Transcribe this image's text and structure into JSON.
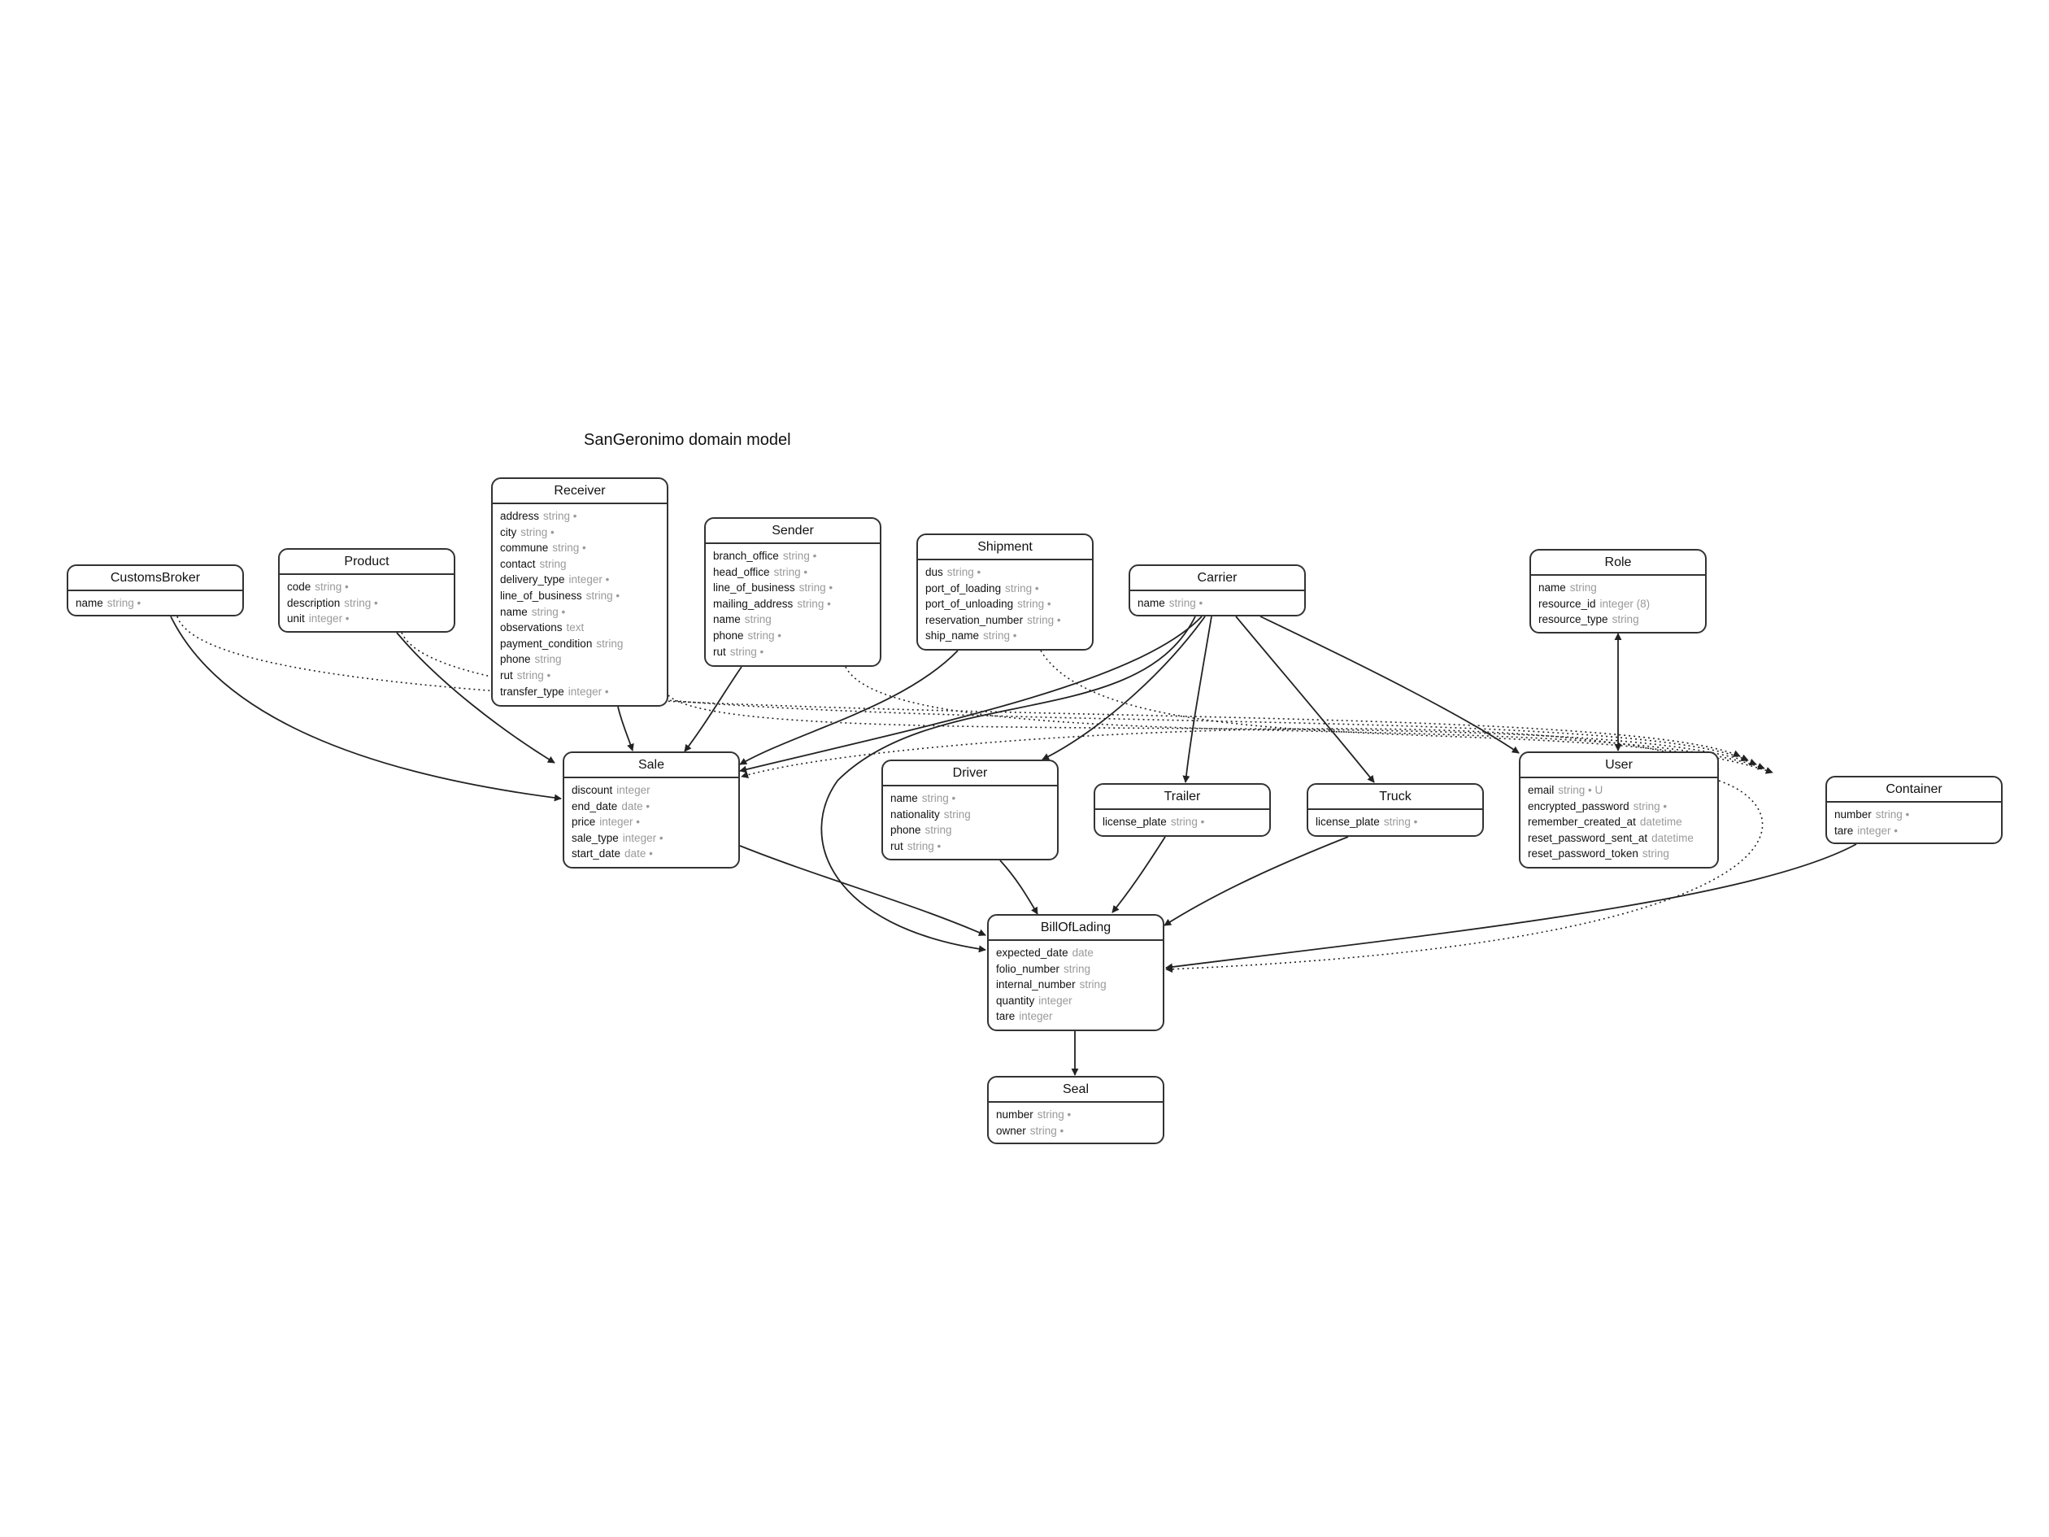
{
  "diagram_title": "SanGeronimo domain model",
  "colors": {
    "border": "#333333",
    "type_text": "#9a9a9a",
    "edge": "#222222"
  },
  "entities": [
    {
      "id": "CustomsBroker",
      "name": "CustomsBroker",
      "attributes": [
        {
          "name": "name",
          "type": "string •"
        }
      ]
    },
    {
      "id": "Product",
      "name": "Product",
      "attributes": [
        {
          "name": "code",
          "type": "string •"
        },
        {
          "name": "description",
          "type": "string •"
        },
        {
          "name": "unit",
          "type": "integer •"
        }
      ]
    },
    {
      "id": "Receiver",
      "name": "Receiver",
      "attributes": [
        {
          "name": "address",
          "type": "string •"
        },
        {
          "name": "city",
          "type": "string •"
        },
        {
          "name": "commune",
          "type": "string •"
        },
        {
          "name": "contact",
          "type": "string"
        },
        {
          "name": "delivery_type",
          "type": "integer •"
        },
        {
          "name": "line_of_business",
          "type": "string •"
        },
        {
          "name": "name",
          "type": "string •"
        },
        {
          "name": "observations",
          "type": "text"
        },
        {
          "name": "payment_condition",
          "type": "string"
        },
        {
          "name": "phone",
          "type": "string"
        },
        {
          "name": "rut",
          "type": "string •"
        },
        {
          "name": "transfer_type",
          "type": "integer •"
        }
      ]
    },
    {
      "id": "Sender",
      "name": "Sender",
      "attributes": [
        {
          "name": "branch_office",
          "type": "string •"
        },
        {
          "name": "head_office",
          "type": "string •"
        },
        {
          "name": "line_of_business",
          "type": "string •"
        },
        {
          "name": "mailing_address",
          "type": "string •"
        },
        {
          "name": "name",
          "type": "string"
        },
        {
          "name": "phone",
          "type": "string •"
        },
        {
          "name": "rut",
          "type": "string •"
        }
      ]
    },
    {
      "id": "Shipment",
      "name": "Shipment",
      "attributes": [
        {
          "name": "dus",
          "type": "string •"
        },
        {
          "name": "port_of_loading",
          "type": "string •"
        },
        {
          "name": "port_of_unloading",
          "type": "string •"
        },
        {
          "name": "reservation_number",
          "type": "string •"
        },
        {
          "name": "ship_name",
          "type": "string •"
        }
      ]
    },
    {
      "id": "Carrier",
      "name": "Carrier",
      "attributes": [
        {
          "name": "name",
          "type": "string •"
        }
      ]
    },
    {
      "id": "Role",
      "name": "Role",
      "attributes": [
        {
          "name": "name",
          "type": "string"
        },
        {
          "name": "resource_id",
          "type": "integer (8)"
        },
        {
          "name": "resource_type",
          "type": "string"
        }
      ]
    },
    {
      "id": "Sale",
      "name": "Sale",
      "attributes": [
        {
          "name": "discount",
          "type": "integer"
        },
        {
          "name": "end_date",
          "type": "date •"
        },
        {
          "name": "price",
          "type": "integer •"
        },
        {
          "name": "sale_type",
          "type": "integer •"
        },
        {
          "name": "start_date",
          "type": "date •"
        }
      ]
    },
    {
      "id": "Driver",
      "name": "Driver",
      "attributes": [
        {
          "name": "name",
          "type": "string •"
        },
        {
          "name": "nationality",
          "type": "string"
        },
        {
          "name": "phone",
          "type": "string"
        },
        {
          "name": "rut",
          "type": "string •"
        }
      ]
    },
    {
      "id": "Trailer",
      "name": "Trailer",
      "attributes": [
        {
          "name": "license_plate",
          "type": "string •"
        }
      ]
    },
    {
      "id": "Truck",
      "name": "Truck",
      "attributes": [
        {
          "name": "license_plate",
          "type": "string •"
        }
      ]
    },
    {
      "id": "User",
      "name": "User",
      "attributes": [
        {
          "name": "email",
          "type": "string • U"
        },
        {
          "name": "encrypted_password",
          "type": "string •"
        },
        {
          "name": "remember_created_at",
          "type": "datetime"
        },
        {
          "name": "reset_password_sent_at",
          "type": "datetime"
        },
        {
          "name": "reset_password_token",
          "type": "string"
        }
      ]
    },
    {
      "id": "Container",
      "name": "Container",
      "attributes": [
        {
          "name": "number",
          "type": "string •"
        },
        {
          "name": "tare",
          "type": "integer •"
        }
      ]
    },
    {
      "id": "BillOfLading",
      "name": "BillOfLading",
      "attributes": [
        {
          "name": "expected_date",
          "type": "date"
        },
        {
          "name": "folio_number",
          "type": "string"
        },
        {
          "name": "internal_number",
          "type": "string"
        },
        {
          "name": "quantity",
          "type": "integer"
        },
        {
          "name": "tare",
          "type": "integer"
        }
      ]
    },
    {
      "id": "Seal",
      "name": "Seal",
      "attributes": [
        {
          "name": "number",
          "type": "string •"
        },
        {
          "name": "owner",
          "type": "string •"
        }
      ]
    }
  ],
  "relationships": [
    {
      "from": "CustomsBroker",
      "to": "Sale",
      "style": "solid"
    },
    {
      "from": "Product",
      "to": "Sale",
      "style": "solid"
    },
    {
      "from": "Receiver",
      "to": "Sale",
      "style": "solid"
    },
    {
      "from": "Sender",
      "to": "Sale",
      "style": "solid"
    },
    {
      "from": "Shipment",
      "to": "Sale",
      "style": "solid"
    },
    {
      "from": "Carrier",
      "to": "Sale",
      "style": "solid"
    },
    {
      "from": "Carrier",
      "to": "Driver",
      "style": "solid"
    },
    {
      "from": "Carrier",
      "to": "Trailer",
      "style": "solid"
    },
    {
      "from": "Carrier",
      "to": "Truck",
      "style": "solid"
    },
    {
      "from": "Carrier",
      "to": "User",
      "style": "solid"
    },
    {
      "from": "Carrier",
      "to": "BillOfLading",
      "style": "solid"
    },
    {
      "from": "Role",
      "to": "User",
      "style": "solid",
      "both_ends": true
    },
    {
      "from": "Sale",
      "to": "BillOfLading",
      "style": "solid"
    },
    {
      "from": "Driver",
      "to": "BillOfLading",
      "style": "solid"
    },
    {
      "from": "Trailer",
      "to": "BillOfLading",
      "style": "solid"
    },
    {
      "from": "Truck",
      "to": "BillOfLading",
      "style": "solid"
    },
    {
      "from": "Container",
      "to": "BillOfLading",
      "style": "solid"
    },
    {
      "from": "BillOfLading",
      "to": "Seal",
      "style": "solid"
    },
    {
      "from": "CustomsBroker",
      "to": "User",
      "style": "dotted"
    },
    {
      "from": "Product",
      "to": "User",
      "style": "dotted"
    },
    {
      "from": "Receiver",
      "to": "User",
      "style": "dotted"
    },
    {
      "from": "Sender",
      "to": "User",
      "style": "dotted"
    },
    {
      "from": "Shipment",
      "to": "User",
      "style": "dotted"
    },
    {
      "from": "User",
      "to": "Sale",
      "style": "dotted"
    },
    {
      "from": "User",
      "to": "BillOfLading",
      "style": "dotted"
    }
  ]
}
